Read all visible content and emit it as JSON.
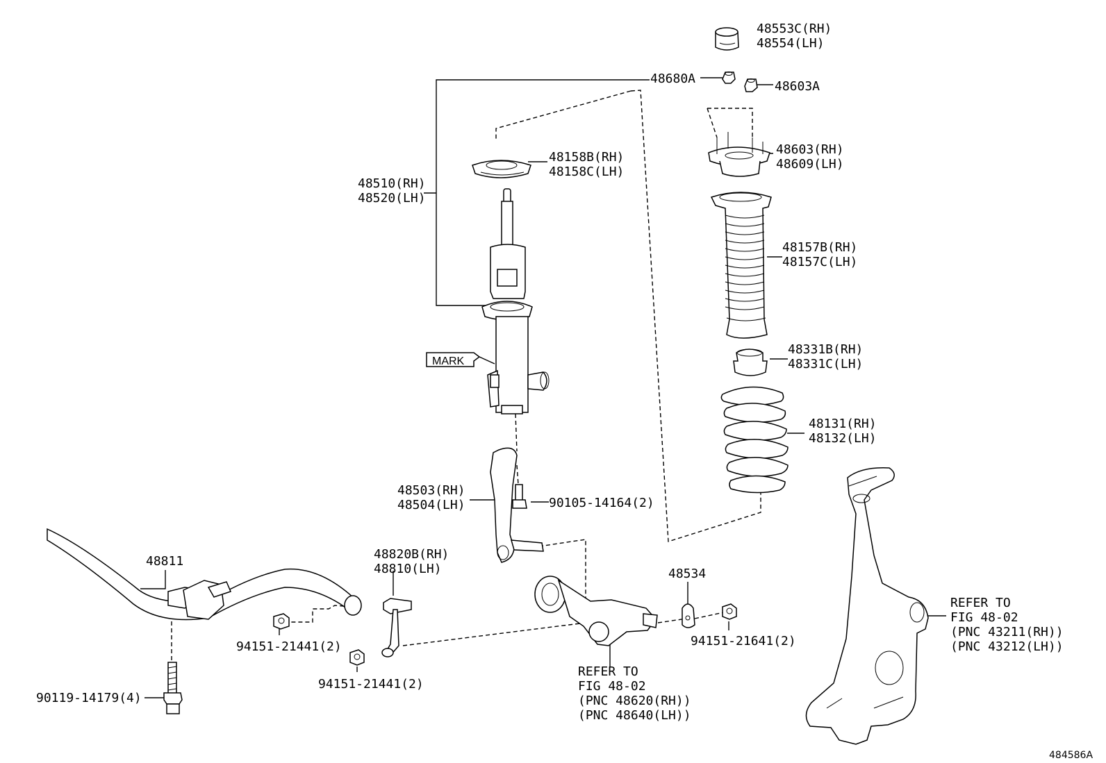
{
  "diagram_id": "484586A",
  "mark_label": "MARK",
  "callouts": {
    "c48553": [
      "48553C(RH)",
      "48554(LH)"
    ],
    "c48680": [
      "48680A"
    ],
    "c48603a": [
      "48603A"
    ],
    "c48603": [
      "48603(RH)",
      "48609(LH)"
    ],
    "c48158": [
      "48158B(RH)",
      "48158C(LH)"
    ],
    "c48510": [
      "48510(RH)",
      "48520(LH)"
    ],
    "c48157": [
      "48157B(RH)",
      "48157C(LH)"
    ],
    "c48331": [
      "48331B(RH)",
      "48331C(LH)"
    ],
    "c48131": [
      "48131(RH)",
      "48132(LH)"
    ],
    "c48503": [
      "48503(RH)",
      "48504(LH)"
    ],
    "c90105": [
      "90105-14164(2)"
    ],
    "c48811": [
      "48811"
    ],
    "c48820": [
      "48820B(RH)",
      "48810(LH)"
    ],
    "c48534": [
      "48534"
    ],
    "c94151a": [
      "94151-21441(2)"
    ],
    "c94151b": [
      "94151-21441(2)"
    ],
    "c94151c": [
      "94151-21641(2)"
    ],
    "c90119": [
      "90119-14179(4)"
    ],
    "ref_arm": [
      "REFER TO",
      "FIG 48-02",
      "(PNC 48620(RH))",
      "(PNC 48640(LH))"
    ],
    "ref_knuckle": [
      "REFER TO",
      "FIG 48-02",
      "(PNC 43211(RH))",
      "(PNC 43212(LH))"
    ]
  }
}
